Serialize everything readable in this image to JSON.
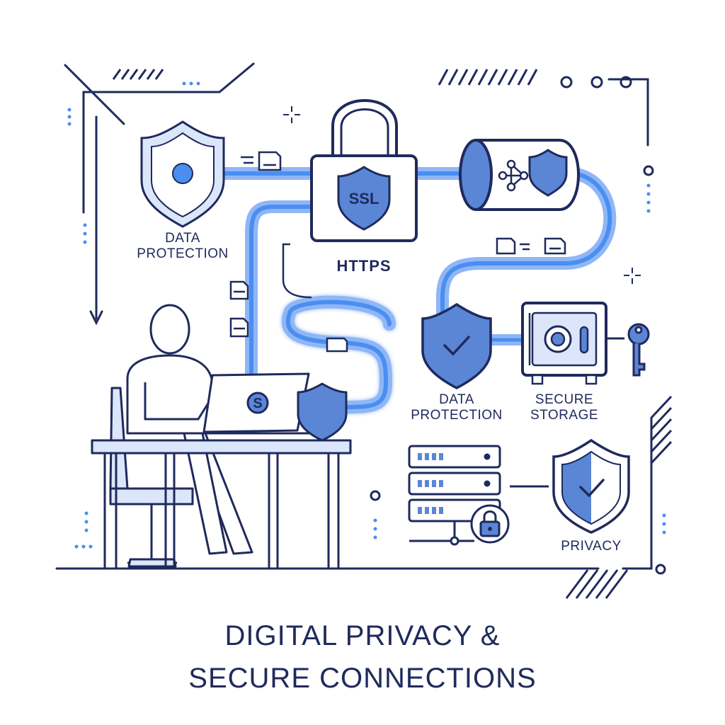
{
  "title": {
    "line1": "DIGITAL PRIVACY &",
    "line2": "SECURE CONNECTIONS"
  },
  "labels": {
    "data_protection_left_1": "DATA",
    "data_protection_left_2": "PROTECTION",
    "https": "HTTPS",
    "ssl": "SSL",
    "laptop_symbol": "S",
    "data_protection_right_1": "DATA",
    "data_protection_right_2": "PROTECTION",
    "secure_storage_1": "SECURE",
    "secure_storage_2": "STORAGE",
    "privacy": "PRIVACY"
  },
  "colors": {
    "navy": "#1f2a5c",
    "accent_blue": "#4a8ef0",
    "fill_blue": "#5b86d6",
    "light_blue": "#dbe6fb"
  }
}
